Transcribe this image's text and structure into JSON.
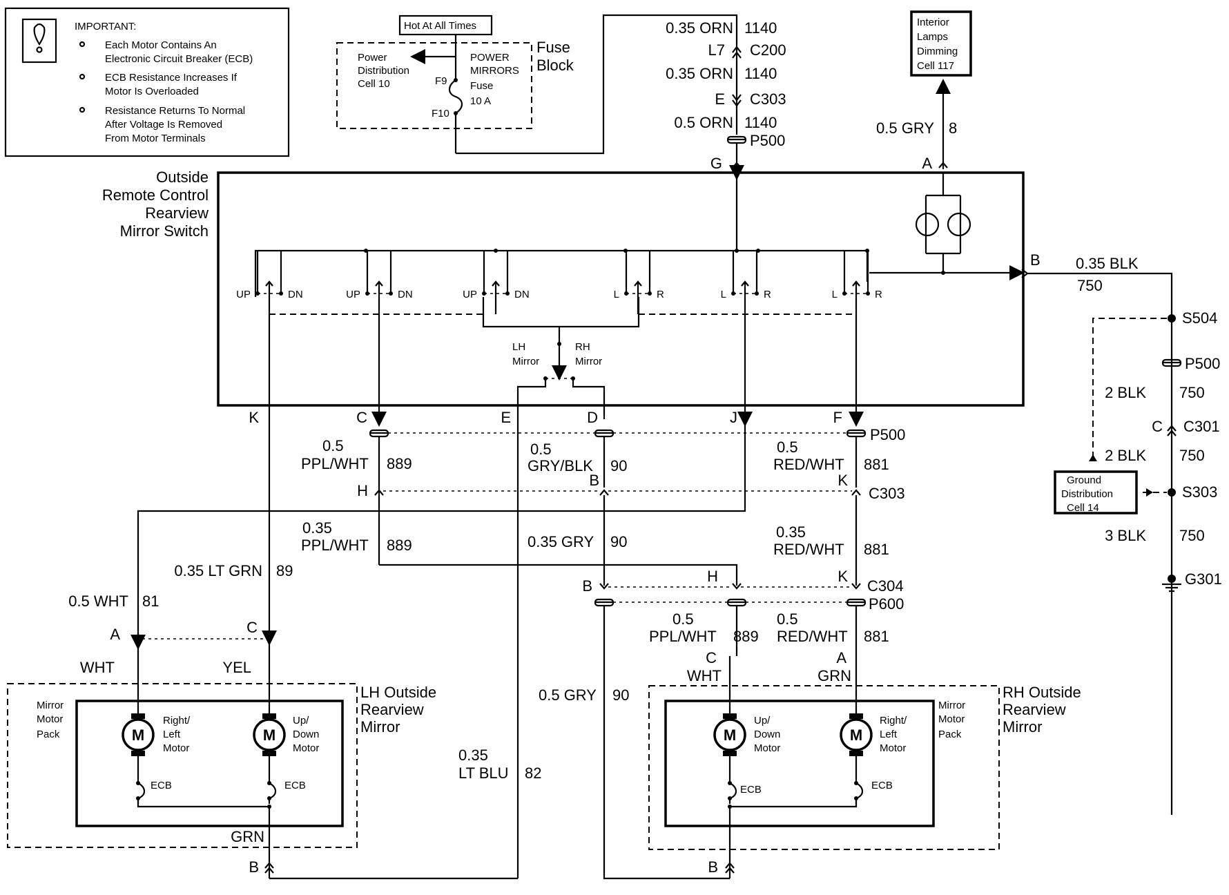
{
  "important": {
    "title": "IMPORTANT:",
    "notes": [
      "Each Motor Contains An",
      "Electronic Circuit Breaker (ECB)",
      "ECB Resistance Increases If",
      "Motor Is Overloaded",
      "Resistance Returns To Normal",
      "After Voltage Is Removed",
      "From Motor Terminals"
    ]
  },
  "fuse_block": {
    "hot_label": "Hot At All Times",
    "block_label": [
      "Fuse",
      "Block"
    ],
    "power_dist": [
      "Power",
      "Distribution",
      "Cell 10"
    ],
    "fuse_name": [
      "POWER",
      "MIRRORS",
      "Fuse",
      "10 A"
    ],
    "f9": "F9",
    "f10": "F10"
  },
  "top_wires": {
    "w1_gauge": "0.35 ORN",
    "w1_num": "1140",
    "c200_pin": "L7",
    "c200": "C200",
    "w2_gauge": "0.35 ORN",
    "w2_num": "1140",
    "c303_pin": "E",
    "c303": "C303",
    "w3_gauge": "0.5 ORN",
    "w3_num": "1140",
    "p500": "P500",
    "g_pin": "G"
  },
  "dimming": {
    "label": [
      "Interior",
      "Lamps",
      "Dimming",
      "Cell 117"
    ],
    "gauge": "0.5 GRY",
    "num": "8",
    "pin": "A"
  },
  "switch": {
    "title": [
      "Outside",
      "Remote Control",
      "Rearview",
      "Mirror Switch"
    ],
    "up": "UP",
    "dn": "DN",
    "l": "L",
    "r": "R",
    "lh_mirror": [
      "LH",
      "Mirror"
    ],
    "rh_mirror": [
      "RH",
      "Mirror"
    ],
    "pins": {
      "k": "K",
      "c": "C",
      "e": "E",
      "d": "D",
      "j": "J",
      "f": "F",
      "b": "B"
    }
  },
  "ground": {
    "b_gauge": "0.35 BLK",
    "b_num": "750",
    "s504": "S504",
    "p500": "P500",
    "w2": "2 BLK",
    "w2_num": "750",
    "c301_pin": "C",
    "c301": "C301",
    "w3": "2 BLK",
    "w3_num": "750",
    "s303": "S303",
    "w4": "3 BLK",
    "w4_num": "750",
    "g301": "G301",
    "gd_label": [
      "Ground",
      "Distribution",
      "Cell 14"
    ]
  },
  "harness": {
    "p500": "P500",
    "ppl_wht_a": [
      "0.5",
      "PPL/WHT"
    ],
    "n889": "889",
    "gry_blk": [
      "0.5",
      "GRY/BLK"
    ],
    "n90": "90",
    "red_wht_a": [
      "0.5",
      "RED/WHT"
    ],
    "n881": "881",
    "c303_h": "H",
    "c303_b": "B",
    "c303_k": "K",
    "c303": "C303",
    "ppl_wht_b": [
      "0.35",
      "PPL/WHT"
    ],
    "gry_035": "0.35 GRY",
    "red_wht_b": [
      "0.35",
      "RED/WHT"
    ],
    "lt_grn": "0.35 LT GRN",
    "n89": "89",
    "wht": "0.5 WHT",
    "n81": "81",
    "c304_b": "B",
    "c304_h": "H",
    "c304_k": "K",
    "c304": "C304",
    "p600": "P600",
    "ppl_wht_c": [
      "0.5",
      "PPL/WHT"
    ],
    "red_wht_c": [
      "0.5",
      "RED/WHT"
    ],
    "gry_05": "0.5 GRY",
    "lt_blu": [
      "0.35",
      "LT BLU"
    ],
    "n82": "82"
  },
  "lh_mirror": {
    "title": [
      "LH Outside",
      "Rearview",
      "Mirror"
    ],
    "pin_a": "A",
    "pin_c": "C",
    "pin_b": "B",
    "wht": "WHT",
    "yel": "YEL",
    "grn": "GRN",
    "pack": [
      "Mirror",
      "Motor",
      "Pack"
    ],
    "motor1": [
      "Right/",
      "Left",
      "Motor"
    ],
    "motor2": [
      "Up/",
      "Down",
      "Motor"
    ],
    "ecb": "ECB",
    "m": "M"
  },
  "rh_mirror": {
    "title": [
      "RH Outside",
      "Rearview",
      "Mirror"
    ],
    "pin_c": "C",
    "pin_a": "A",
    "pin_b": "B",
    "wht": "WHT",
    "grn": "GRN",
    "pack": [
      "Mirror",
      "Motor",
      "Pack"
    ],
    "motor1": [
      "Up/",
      "Down",
      "Motor"
    ],
    "motor2": [
      "Right/",
      "Left",
      "Motor"
    ],
    "ecb": "ECB",
    "m": "M"
  }
}
